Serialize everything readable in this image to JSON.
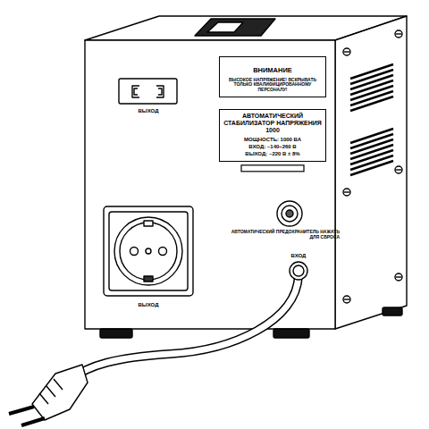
{
  "diagram": {
    "nodes": [
      {
        "text": [
          "ВНИМАНИЕ",
          "ВЫСОКОЕ НАПРЯЖЕНИЕ! ВСКРЫВАТЬ ТОЛЬКО КВАЛИФИЦИРОВАННОМУ ПЕРСОНАЛУ!"
        ]
      },
      {
        "text": [
          "АВТОМАТИЧЕСКИЙ СТАБИЛИЗАТОР НАПРЯЖЕНИЯ 1000",
          "МОЩНОСТЬ: 1000 ВА",
          "ВХОД: ~140÷260 В",
          "ВЫХОД: ~220 В ± 8%"
        ]
      }
    ],
    "labels": [
      "ВЫХОД",
      "ВЫХОД",
      "АВТОМАТИЧЕСКИЙ ПРЕДОХРАНИТЕЛЬ НАЖАТЬ ДЛЯ СБРОСА",
      "ВХОД"
    ]
  }
}
